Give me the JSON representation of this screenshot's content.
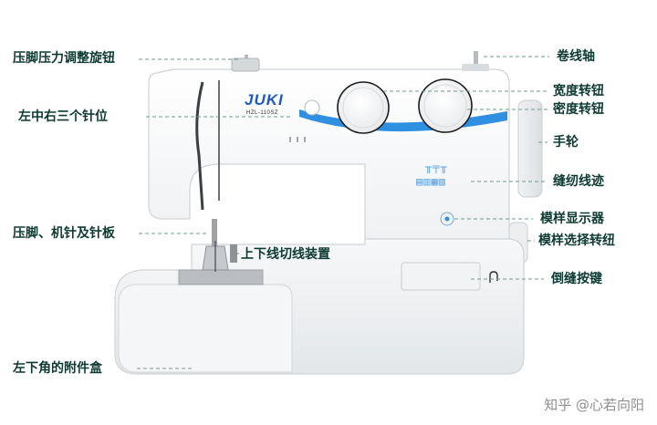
{
  "labels": {
    "presser_pressure_dial": "压脚压力调整旋钮",
    "needle_position": "左中右三个针位",
    "presser_foot_needle_plate": "压脚、机针及针板",
    "bottom_left_accessory_box": "左下角的附件盒",
    "thread_cutter": "上下线切线装置",
    "bobbin_winder": "卷线轴",
    "width_dial": "宽度转钮",
    "length_dial": "密度转钮",
    "handwheel": "手轮",
    "stitch_pattern_chart": "缝纫线迹",
    "pattern_display": "模样显示器",
    "pattern_select_dial": "模样选择转纽",
    "reverse_button": "倒缝按键"
  },
  "machine": {
    "brand": "JUKI",
    "model": "HZL-110SZ"
  },
  "watermark": "知乎 @心若向阳",
  "colors": {
    "label_text": "#0d3a33",
    "leader_line": "#6f9a8a",
    "brand_blue": "#1f57c9",
    "accent_blue": "#2f8fe0"
  }
}
